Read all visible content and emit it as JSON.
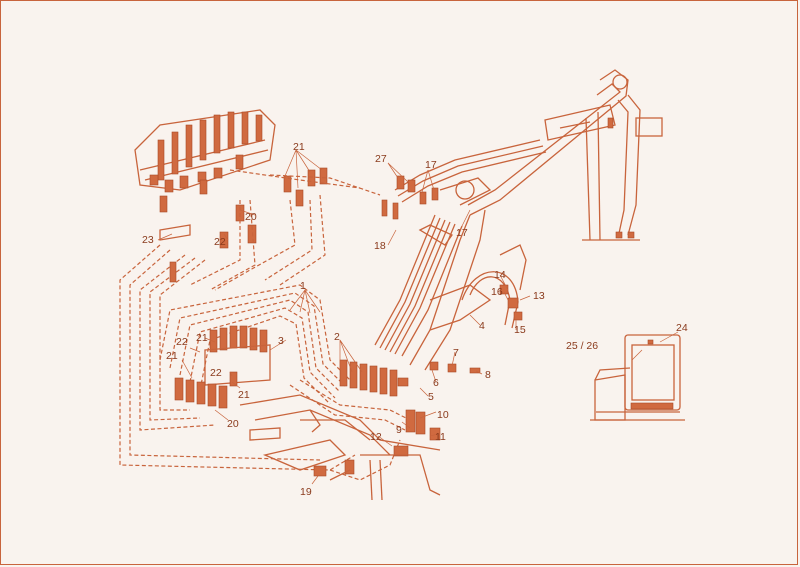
{
  "diagram": {
    "callouts": [
      {
        "id": "c1",
        "text": "1"
      },
      {
        "id": "c2",
        "text": "2"
      },
      {
        "id": "c3",
        "text": "3"
      },
      {
        "id": "c4",
        "text": "4"
      },
      {
        "id": "c5",
        "text": "5"
      },
      {
        "id": "c6",
        "text": "6"
      },
      {
        "id": "c7",
        "text": "7"
      },
      {
        "id": "c8",
        "text": "8"
      },
      {
        "id": "c9",
        "text": "9"
      },
      {
        "id": "c10",
        "text": "10"
      },
      {
        "id": "c11",
        "text": "11"
      },
      {
        "id": "c12",
        "text": "12"
      },
      {
        "id": "c13",
        "text": "13"
      },
      {
        "id": "c14",
        "text": "14"
      },
      {
        "id": "c15",
        "text": "15"
      },
      {
        "id": "c16",
        "text": "16"
      },
      {
        "id": "c17a",
        "text": "17"
      },
      {
        "id": "c17b",
        "text": "17"
      },
      {
        "id": "c18",
        "text": "18"
      },
      {
        "id": "c19",
        "text": "19"
      },
      {
        "id": "c20a",
        "text": "20"
      },
      {
        "id": "c20b",
        "text": "20"
      },
      {
        "id": "c21a",
        "text": "21"
      },
      {
        "id": "c21b",
        "text": "21"
      },
      {
        "id": "c21c",
        "text": "21"
      },
      {
        "id": "c21d",
        "text": "21"
      },
      {
        "id": "c22a",
        "text": "22"
      },
      {
        "id": "c22b",
        "text": "22"
      },
      {
        "id": "c22c",
        "text": "22"
      },
      {
        "id": "c23",
        "text": "23"
      },
      {
        "id": "c24",
        "text": "24"
      },
      {
        "id": "c2526",
        "text": "25 / 26"
      },
      {
        "id": "c27",
        "text": "27"
      }
    ]
  },
  "colors": {
    "background": "#f9f3ee",
    "line": "#c8643c",
    "part_fill": "#d06a40",
    "text": "#8a3a1c"
  }
}
